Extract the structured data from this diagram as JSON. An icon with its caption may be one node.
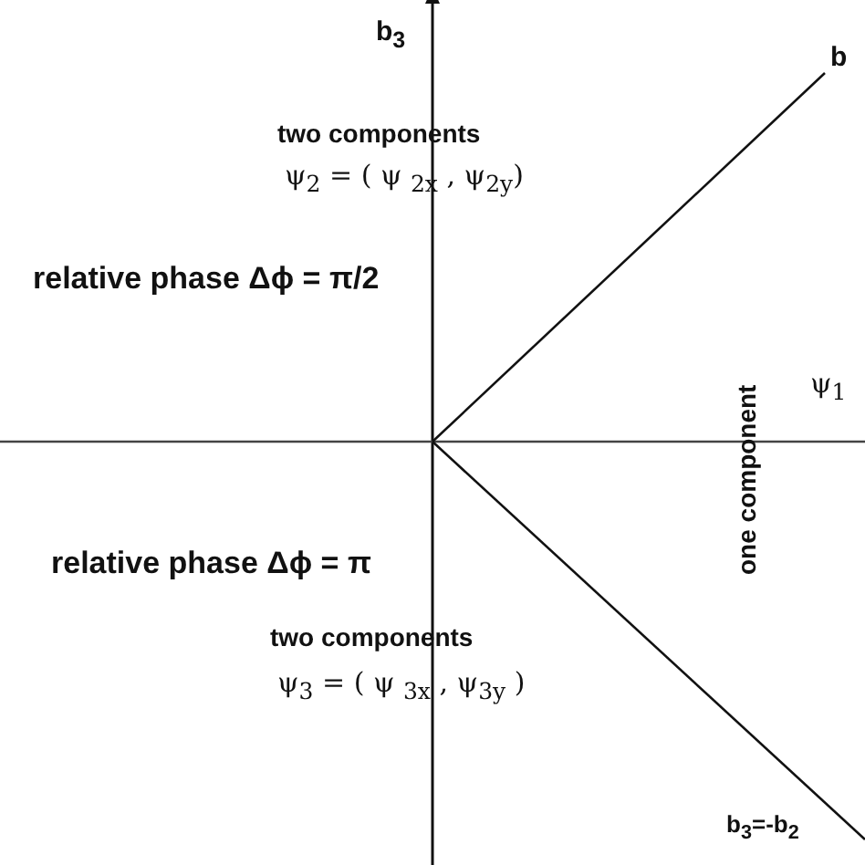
{
  "diagram": {
    "labels": [
      "b$_{3}$",
      "b",
      "two components",
      "ψ$_{2}$ = ( ψ $_{2x}$ , ψ$_{2y}$)",
      "relative phase  Δϕ = π/2",
      "one component",
      "ψ$_{1}$",
      "relative phase  Δϕ = π",
      "two components",
      "ψ$_{3}$ = ( ψ $_{3x}$ , ψ$_{3y}$ )",
      "b$_{3}$=-b$_{2}$"
    ]
  }
}
